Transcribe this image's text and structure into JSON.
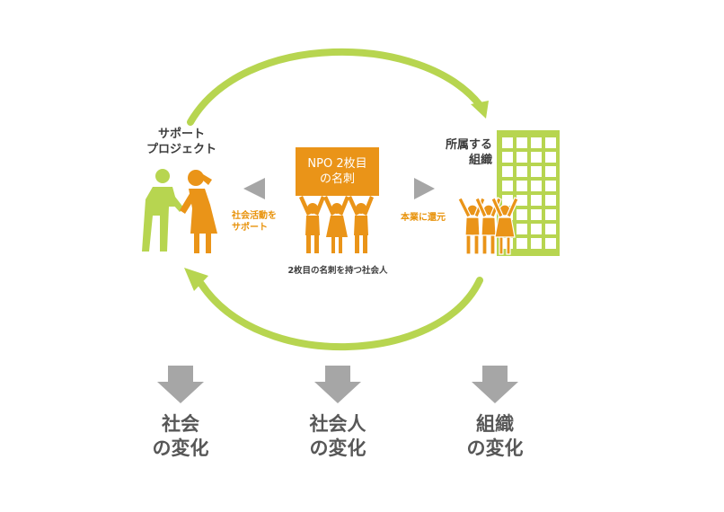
{
  "colors": {
    "green": "#b7d550",
    "orange": "#ea9418",
    "gray": "#a6a6a6",
    "dark_text": "#3c3c3c",
    "orange_text": "#e8930c"
  },
  "labels": {
    "support_project": "サポート\nプロジェクト",
    "organization": "所属する\n組織",
    "sign": "NPO 2枚目\nの名刺",
    "left_action": "社会活動を\nサポート",
    "right_action": "本業に還元",
    "center_caption": "2枚目の名刺を持つ社会人"
  },
  "changes": [
    {
      "label": "社会\nの変化"
    },
    {
      "label": "社会人\nの変化"
    },
    {
      "label": "組織\nの変化"
    }
  ],
  "icons": [
    "cycle-arrow-top",
    "cycle-arrow-bottom",
    "handshake-people",
    "building",
    "people-holding-sign",
    "cheering-people",
    "triangle-left",
    "triangle-right",
    "down-arrow"
  ]
}
